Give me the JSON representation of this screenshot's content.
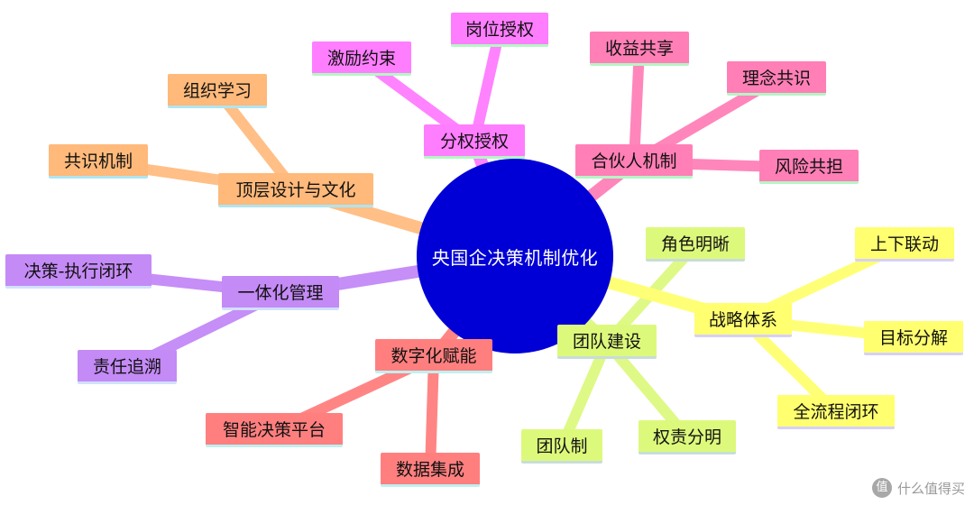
{
  "center": {
    "label": "央国企决策机制优化",
    "color": "#0000d6"
  },
  "branches": [
    {
      "id": "culture",
      "label": "顶层设计与文化",
      "color": "#ffb97a",
      "line_color": "#ffbf86",
      "children": [
        "组织学习",
        "共识机制"
      ]
    },
    {
      "id": "auth",
      "label": "分权授权",
      "color": "#ff7dff",
      "line_color": "#ff82ff",
      "children": [
        "激励约束",
        "岗位授权"
      ]
    },
    {
      "id": "partner",
      "label": "合伙人机制",
      "color": "#ff7fb6",
      "line_color": "#ff86bb",
      "children": [
        "收益共享",
        "理念共识",
        "风险共担"
      ]
    },
    {
      "id": "mgmt",
      "label": "一体化管理",
      "color": "#c48af6",
      "line_color": "#c68ef7",
      "children": [
        "决策-执行闭环",
        "责任追溯"
      ]
    },
    {
      "id": "digital",
      "label": "数字化赋能",
      "color": "#ff7f7f",
      "line_color": "#ff8585",
      "children": [
        "智能决策平台",
        "数据集成"
      ]
    },
    {
      "id": "team",
      "label": "团队建设",
      "color": "#ddf97c",
      "line_color": "#def985",
      "children": [
        "角色明晰",
        "团队制",
        "权责分明"
      ]
    },
    {
      "id": "strategy",
      "label": "战略体系",
      "color": "#ffff6f",
      "line_color": "#ffff77",
      "children": [
        "上下联动",
        "目标分解",
        "全流程闭环"
      ]
    }
  ],
  "watermark": {
    "badge": "值",
    "text": "什么值得买"
  }
}
